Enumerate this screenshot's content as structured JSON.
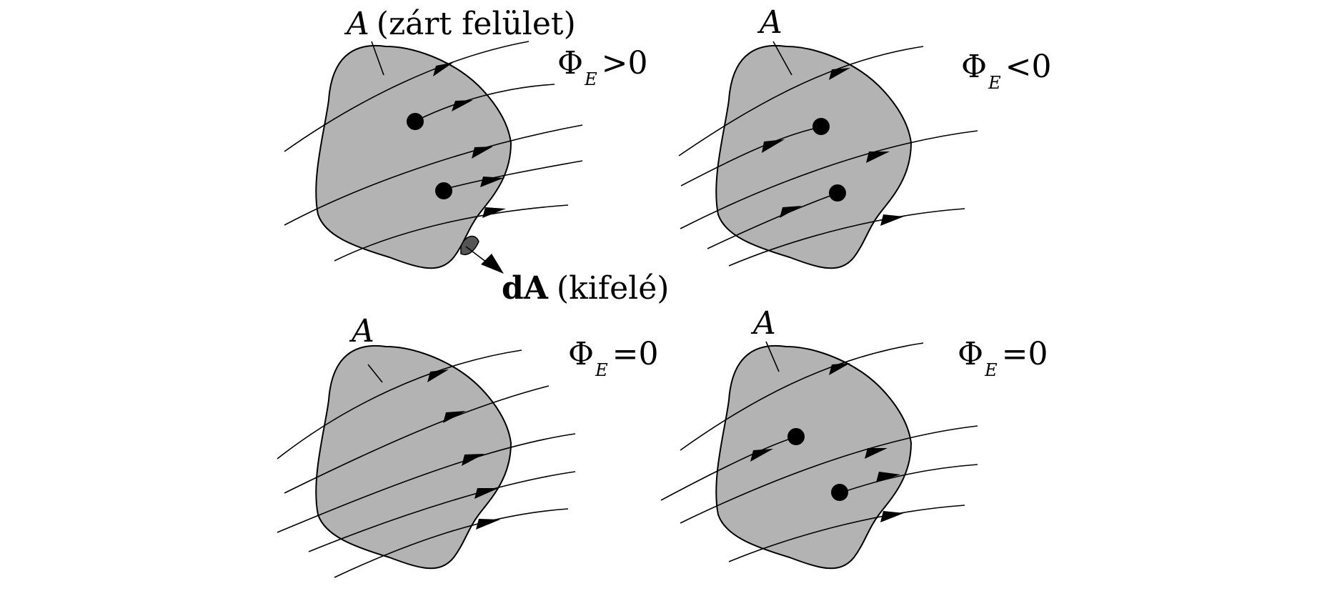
{
  "panels": [
    {
      "surface_label": "A",
      "surface_note": "(zárt felület)",
      "flux_symbol": "Φ",
      "flux_subscript": "E",
      "flux_relation": ">0"
    },
    {
      "surface_label": "A",
      "flux_symbol": "Φ",
      "flux_subscript": "E",
      "flux_relation": "<0"
    },
    {
      "surface_label": "A",
      "flux_symbol": "Φ",
      "flux_subscript": "E",
      "flux_relation": "=0"
    },
    {
      "surface_label": "A",
      "flux_symbol": "Φ",
      "flux_subscript": "E",
      "flux_relation": "=0"
    }
  ],
  "area_element": {
    "symbol": "dA",
    "note": "(kifelé)"
  },
  "colors": {
    "surface_fill": "#b3b3b3",
    "line_color": "#000000"
  }
}
